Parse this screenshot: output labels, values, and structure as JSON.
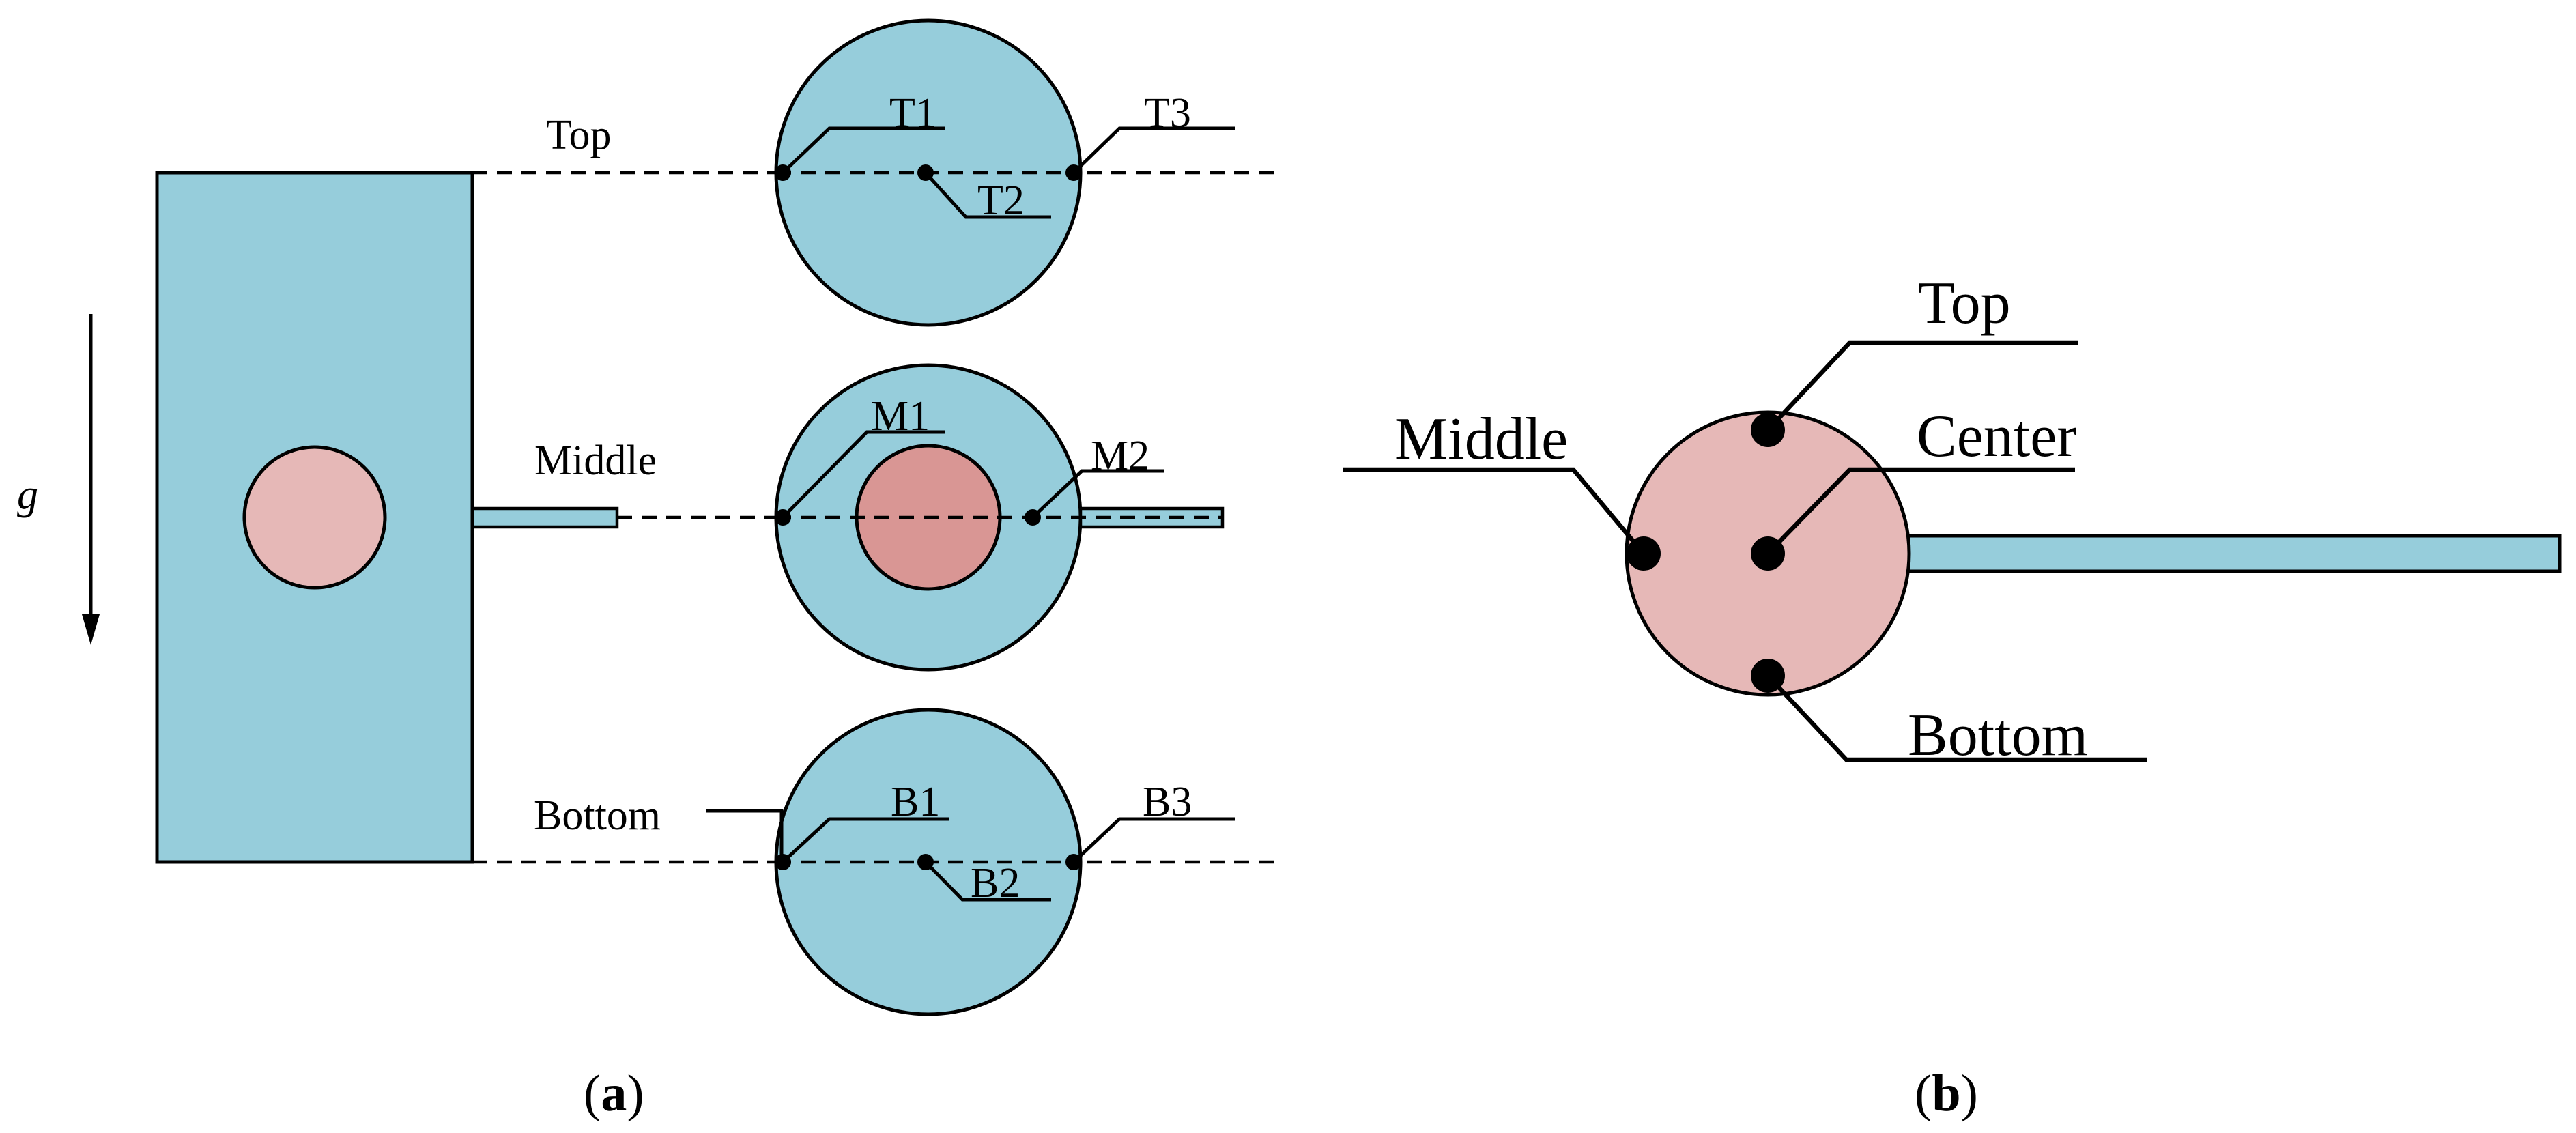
{
  "panel_a": {
    "level_labels": {
      "top": "Top",
      "middle": "Middle",
      "bottom": "Bottom"
    },
    "gravity_label": "g",
    "points": {
      "t1": "T1",
      "t2": "T2",
      "t3": "T3",
      "m1": "M1",
      "m2": "M2",
      "b1": "B1",
      "b2": "B2",
      "b3": "B3"
    },
    "caption": {
      "open": "(",
      "letter": "a",
      "close": ")"
    }
  },
  "panel_b": {
    "labels": {
      "top": "Top",
      "middle": "Middle",
      "center": "Center",
      "bottom": "Bottom"
    },
    "caption": {
      "open": "(",
      "letter": "b",
      "close": ")"
    }
  },
  "colors": {
    "blue": "#96cddb",
    "pink": "#e6b8b7",
    "deep_pink": "#d99694",
    "stroke": "#000000"
  }
}
